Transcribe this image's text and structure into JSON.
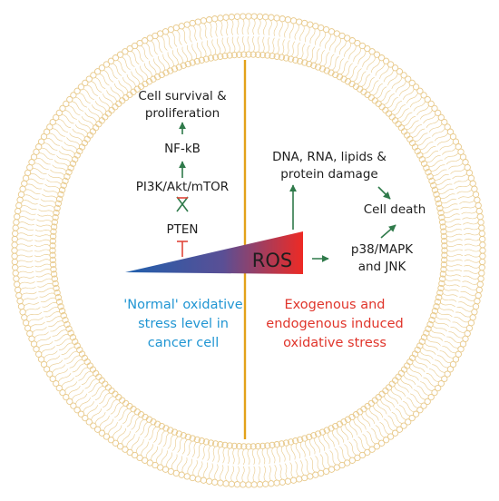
{
  "colors": {
    "membrane": "#e8c98a",
    "divider": "#e3a21a",
    "arrow_green": "#2f7a4a",
    "inhibit_red": "#e0463a",
    "normal_text": "#2196d3",
    "oxidative_text": "#e0352b",
    "wedge_start": "#1f5fad",
    "wedge_end": "#ee2a24"
  },
  "left_pathway": {
    "survival": "Cell survival &\nproliferation",
    "nfkb": "NF-kB",
    "pi3k": "PI3K/Akt/mTOR",
    "pten": "PTEN",
    "caption": "'Normal' oxidative\nstress level in\ncancer cell"
  },
  "right_pathway": {
    "damage": "DNA, RNA, lipids &\nprotein damage",
    "cell_death": "Cell death",
    "p38": "p38/MAPK\nand JNK",
    "caption": "Exogenous and\nendogenous induced\noxidative stress"
  },
  "ros_label": "ROS",
  "icons": {
    "inhibit": "t-bar-inhibition-icon",
    "block": "cross-block-icon",
    "activate": "arrow-icon"
  }
}
